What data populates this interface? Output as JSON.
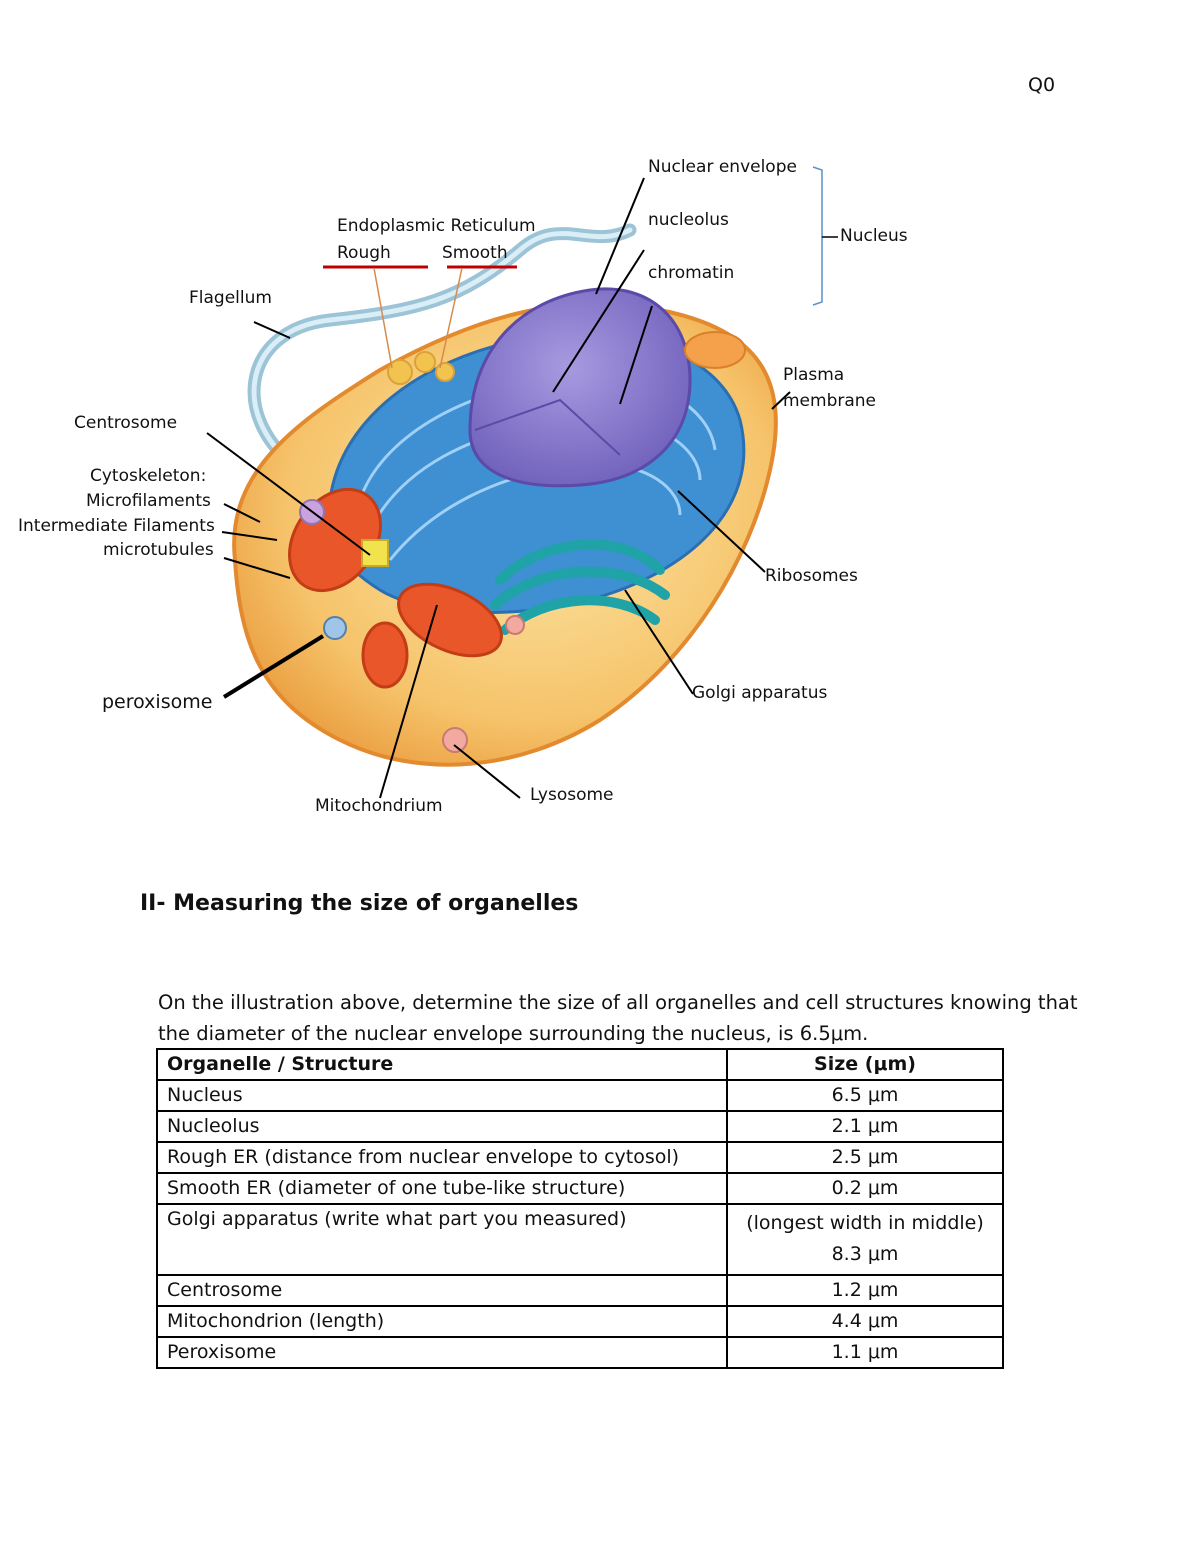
{
  "page": {
    "number": "Q0"
  },
  "diagram": {
    "labels": {
      "nuclear_envelope": "Nuclear envelope",
      "nucleolus": "nucleolus",
      "chromatin": "chromatin",
      "nucleus": "Nucleus",
      "er_title": "Endoplasmic Reticulum",
      "er_rough": "Rough",
      "er_smooth": "Smooth",
      "flagellum": "Flagellum",
      "plasma": "Plasma",
      "membrane": "membrane",
      "centrosome": "Centrosome",
      "cytoskeleton": "Cytoskeleton:",
      "microfilaments": "Microfilaments",
      "intermediate": "Intermediate Filaments",
      "microtubules": "microtubules",
      "ribosomes": "Ribosomes",
      "golgi": "Golgi apparatus",
      "peroxisome": "peroxisome",
      "mitochondrium": "Mitochondrium",
      "lysosome": "Lysosome"
    }
  },
  "section": {
    "heading": "II- Measuring the size of organelles",
    "instructions": "On the illustration above, determine the size of all organelles and cell structures knowing that the diameter of the nuclear envelope surrounding the nucleus, is 6.5μm."
  },
  "table": {
    "headers": [
      "Organelle / Structure",
      "Size (μm)"
    ],
    "rows": [
      {
        "organelle": "Nucleus",
        "size": "6.5 μm"
      },
      {
        "organelle": "Nucleolus",
        "size": "2.1 μm"
      },
      {
        "organelle": "Rough ER (distance from nuclear envelope to cytosol)",
        "size": "2.5 μm"
      },
      {
        "organelle": "Smooth ER (diameter of one tube-like structure)",
        "size": "0.2 μm"
      },
      {
        "organelle": "Golgi apparatus (write what part you measured)",
        "size_note": "(longest width in middle)",
        "size": "8.3 μm"
      },
      {
        "organelle": "Centrosome",
        "size": "1.2 μm"
      },
      {
        "organelle": "Mitochondrion (length)",
        "size": "4.4 μm"
      },
      {
        "organelle": "Peroxisome",
        "size": "1.1 μm"
      }
    ]
  }
}
